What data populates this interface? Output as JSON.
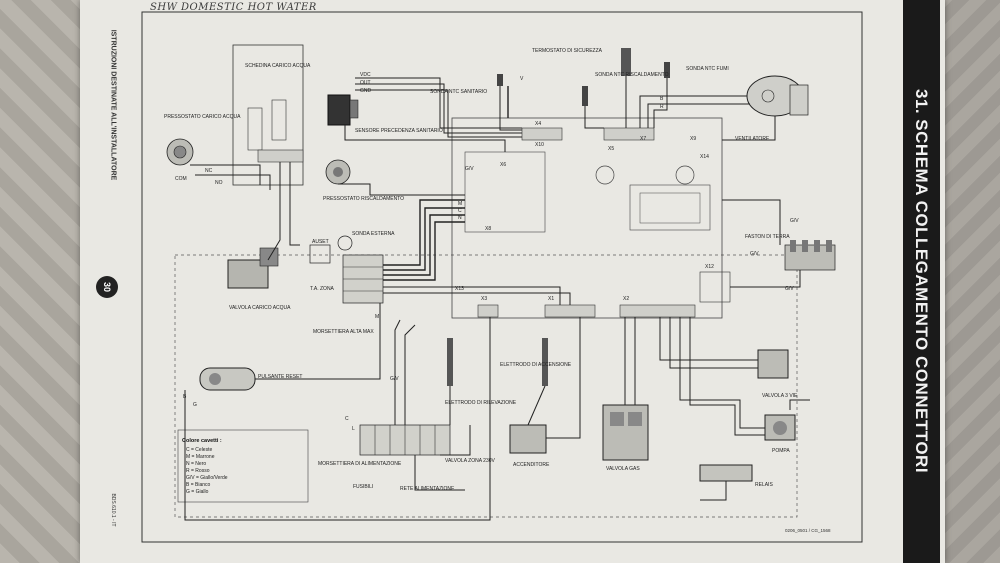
{
  "handwritten_note": "SHW DOMESTIC HOT WATER",
  "page_title": "31. SCHEMA COLLEGAMENTO CONNETTORI",
  "side_title": "ISTRUZIONI DESTINATE ALL'INSTALLATORE",
  "page_number": "30",
  "footer_code": "BDS.610.1 - IT",
  "drawing_code": "0206_0501 / CG_1568",
  "components": {
    "scheda_carico": "SCHEDINA CARICO ACQUA",
    "pressostato": "PRESSOSTATO CARICO ACQUA",
    "sensore_precedenza": "SENSORE PRECEDENZA SANITARIO",
    "sonda_ntc_sanitario": "SONDA NTC SANITARIO",
    "termostato": "TERMOSTATO DI SICUREZZA",
    "sonda_ntc_risc": "SONDA NTC RISCALDAMENTO",
    "sonda_ntc_fumi": "SONDA NTC FUMI",
    "ventilatore": "VENTILATORE",
    "pressostato_risc": "PRESSOSTATO RISCALDAMENTO",
    "faston_terra": "FASTON DI TERRA",
    "valvola_carico": "VALVOLA CARICO ACQUA",
    "sonda_esterna": "SONDA ESTERNA",
    "t_a_zona": "T.A. ZONA",
    "morsettiera_alta": "MORSETTIERA ALTA MAX",
    "pulsante_reset": "PULSANTE RESET",
    "elettrodo_rilevazione": "ELETTRODO DI RILEVAZIONE",
    "elettrodo_accensione": "ELETTRODO DI ACCENSIONE",
    "valvola_3vie": "VALVOLA 3 VIE",
    "pompa": "POMPA",
    "relais": "RELAIS",
    "accenditore": "ACCENDITORE",
    "valvola_gas": "VALVOLA GAS",
    "morsettiera_alimentazione": "MORSETTIERA DI ALIMENTAZIONE",
    "fusibili": "FUSIBILI",
    "rete_alimentazione": "RETE ALIMENTAZIONE",
    "valvola_zona": "VALVOLA ZONA 230V",
    "auset": "AUSET"
  },
  "legend": {
    "title": "Colore cavetti :",
    "items": [
      "C = Celeste",
      "M = Marrone",
      "N = Nero",
      "R = Rosso",
      "G/V = Giallo/Verde",
      "B = Bianco",
      "G = Giallo"
    ]
  },
  "wire_labels": {
    "vdc": "VDC",
    "out": "OUT",
    "gnd": "GND",
    "com": "COM",
    "nc": "NC",
    "no": "NO",
    "gv": "G/V",
    "n": "N",
    "m": "M",
    "c": "C",
    "r": "R",
    "b": "B",
    "v": "V",
    "g": "G",
    "l": "L",
    "x4": "X4",
    "x5": "X5",
    "x6": "X6",
    "x10": "X10",
    "x14": "X14",
    "x1": "X1",
    "x2": "X2",
    "x3": "X3",
    "x7": "X7",
    "x8": "X8",
    "x9": "X9",
    "x12": "X12",
    "x13": "X13"
  }
}
